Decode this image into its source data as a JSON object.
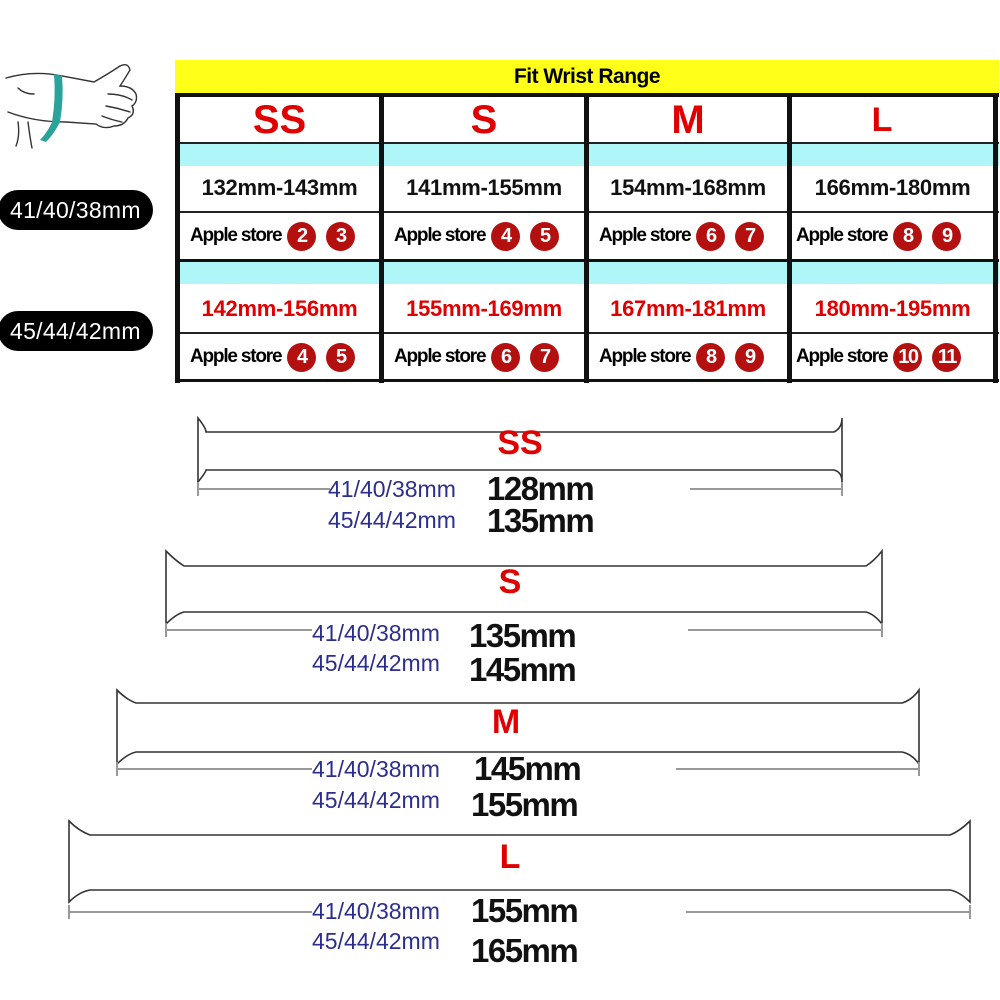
{
  "header": {
    "title": "Fit Wrist Range"
  },
  "sizes": [
    "SS",
    "S",
    "M",
    "L"
  ],
  "rows": [
    {
      "case_label": "41/40/38mm",
      "ranges": [
        "132mm-143mm",
        "141mm-155mm",
        "154mm-168mm",
        "166mm-180mm"
      ],
      "store_label": "Apple store",
      "store_numbers": [
        [
          "2",
          "3"
        ],
        [
          "4",
          "5"
        ],
        [
          "6",
          "7"
        ],
        [
          "8",
          "9"
        ]
      ]
    },
    {
      "case_label": "45/44/42mm",
      "ranges": [
        "142mm-156mm",
        "155mm-169mm",
        "167mm-181mm",
        "180mm-195mm"
      ],
      "store_label": "Apple store",
      "store_numbers": [
        [
          "4",
          "5"
        ],
        [
          "6",
          "7"
        ],
        [
          "8",
          "9"
        ],
        [
          "10",
          "11"
        ]
      ]
    }
  ],
  "bands": [
    {
      "size": "SS",
      "lengths": [
        {
          "case": "41/40/38mm",
          "length": "128mm"
        },
        {
          "case": "45/44/42mm",
          "length": "135mm"
        }
      ]
    },
    {
      "size": "S",
      "lengths": [
        {
          "case": "41/40/38mm",
          "length": "135mm"
        },
        {
          "case": "45/44/42mm",
          "length": "145mm"
        }
      ]
    },
    {
      "size": "M",
      "lengths": [
        {
          "case": "41/40/38mm",
          "length": "145mm"
        },
        {
          "case": "45/44/42mm",
          "length": "155mm"
        }
      ]
    },
    {
      "size": "L",
      "lengths": [
        {
          "case": "41/40/38mm",
          "length": "155mm"
        },
        {
          "case": "45/44/42mm",
          "length": "165mm"
        }
      ]
    }
  ],
  "colors": {
    "header_band": "#ffff1a",
    "divider_band": "#aef6f8",
    "size_red": "#e00000",
    "badge_red": "#b51010",
    "case_text_blue": "#2b2e8c"
  },
  "icons": {
    "wrist": "wrist-measure-icon"
  }
}
